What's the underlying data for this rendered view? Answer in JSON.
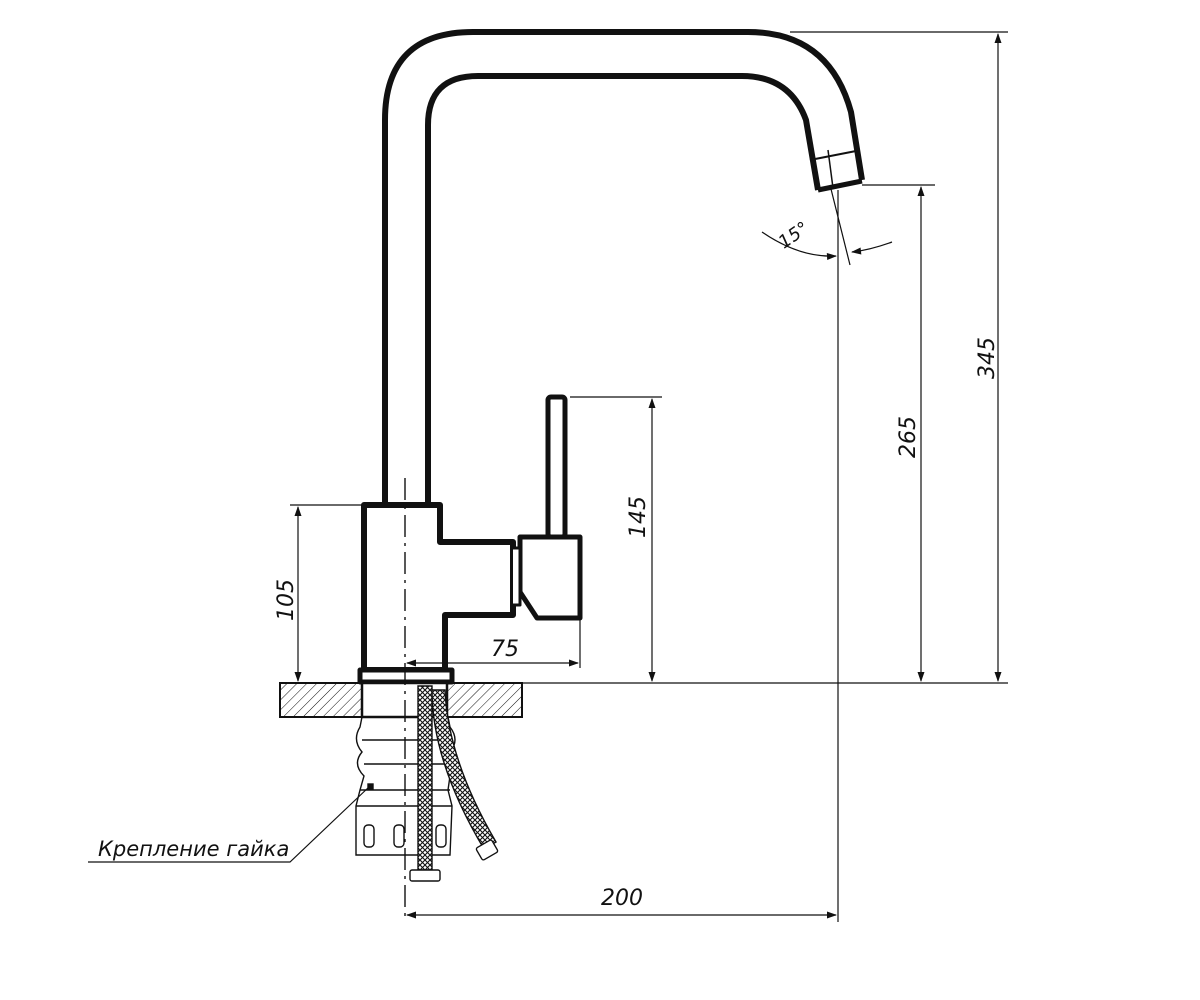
{
  "colors": {
    "ink": "#111111",
    "paper": "#ffffff"
  },
  "dimensions": {
    "overall_height": "345",
    "spout_outlet_height": "265",
    "handle_height": "145",
    "body_height": "105",
    "handle_offset": "75",
    "spout_reach": "200",
    "spout_angle": "15°"
  },
  "callouts": {
    "mounting_nut": "Крепление гайка"
  }
}
